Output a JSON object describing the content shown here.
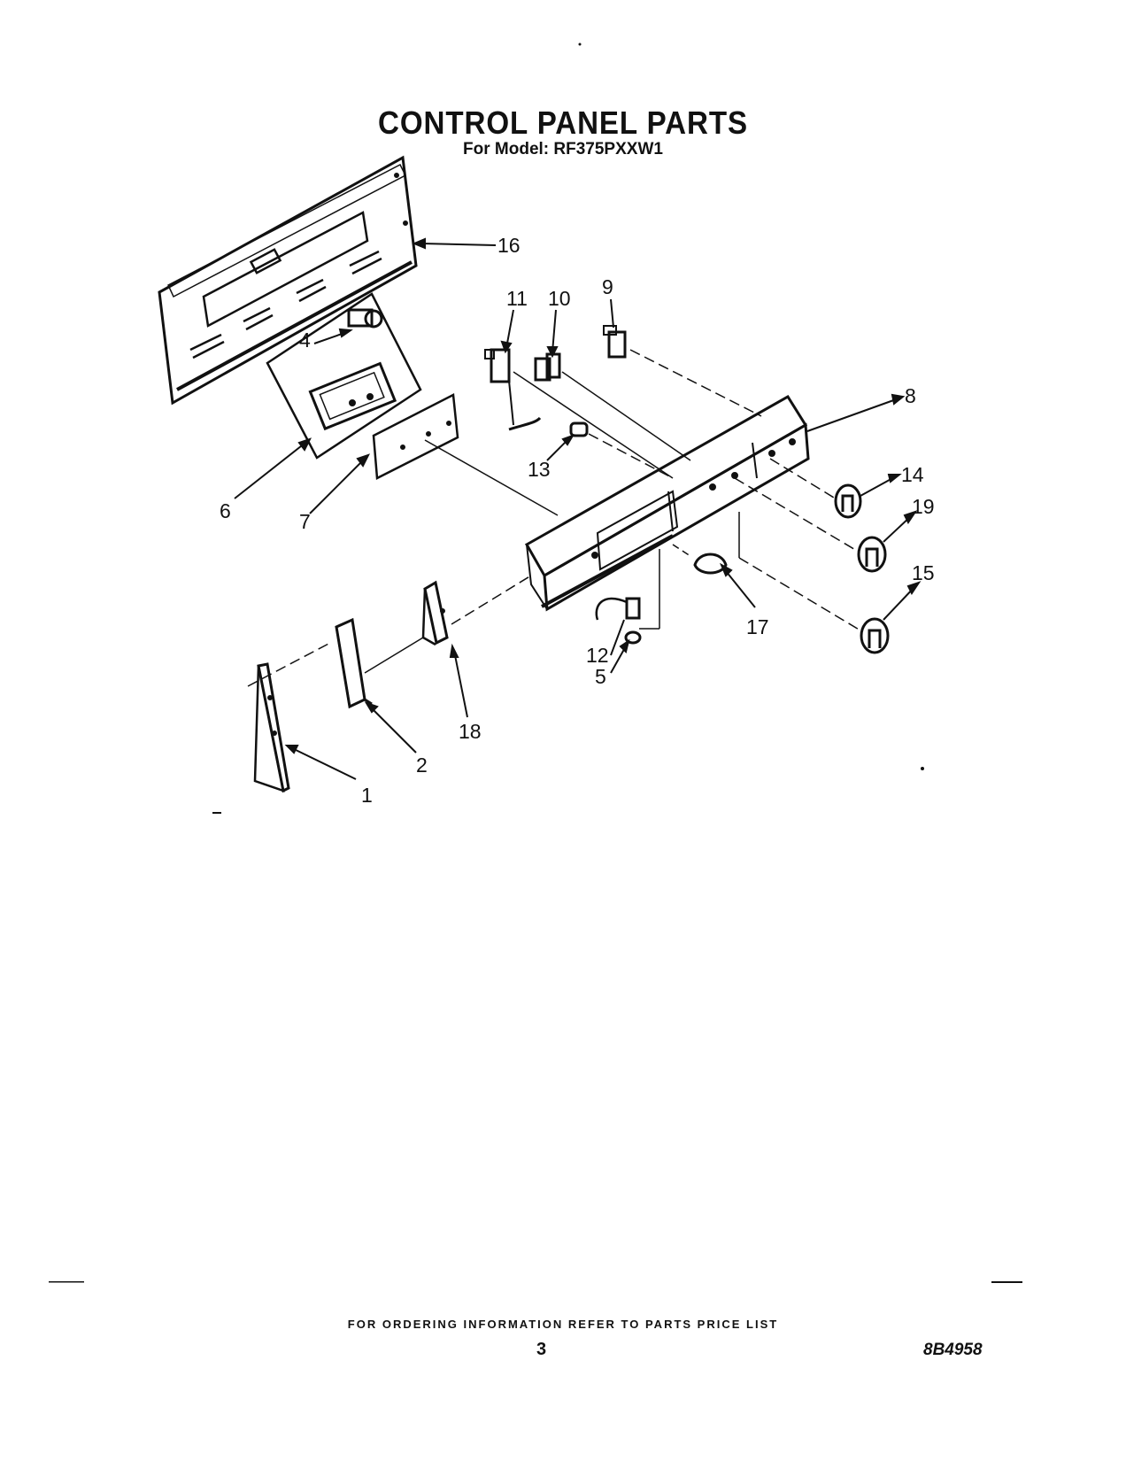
{
  "title": "CONTROL PANEL PARTS",
  "model_line": "For Model: RF375PXXW1",
  "footer_text": "FOR ORDERING INFORMATION REFER TO PARTS PRICE LIST",
  "page_number": "3",
  "doc_number": "8B4958",
  "part_labels": {
    "p1": "1",
    "p2": "2",
    "p4": "4",
    "p5": "5",
    "p6": "6",
    "p7": "7",
    "p8": "8",
    "p9": "9",
    "p10": "10",
    "p11": "11",
    "p12": "12",
    "p13": "13",
    "p14": "14",
    "p15": "15",
    "p16": "16",
    "p17": "17",
    "p18": "18",
    "p19": "19"
  }
}
